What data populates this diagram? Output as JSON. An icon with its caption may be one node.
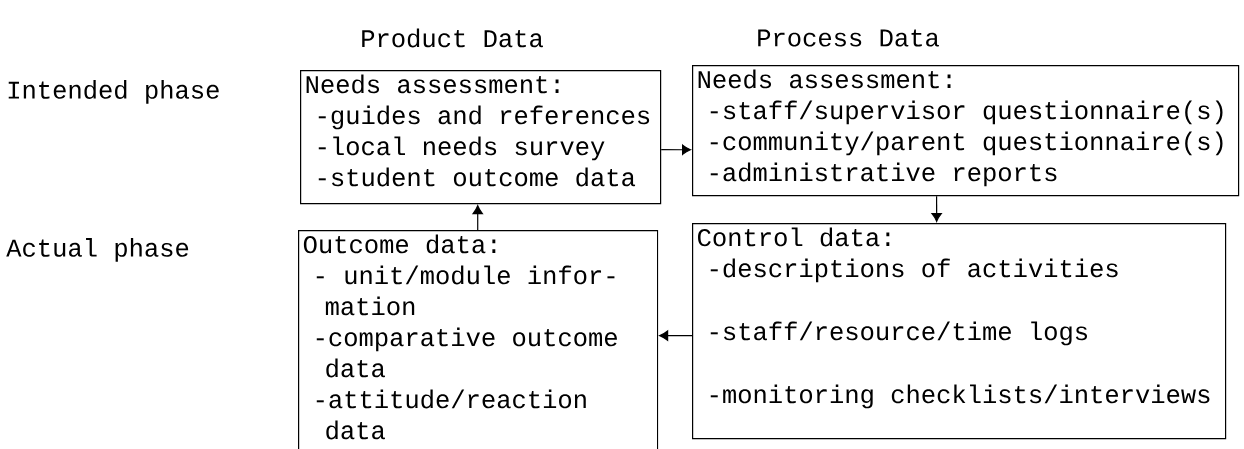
{
  "diagram": {
    "nodes": [
      {
        "text": [
          "Needs assessment:",
          "-guides and references",
          "-local needs survey",
          "-student outcome data"
        ]
      },
      {
        "text": [
          "Needs assessment:",
          "-staff/supervisor questionnaire(s)",
          "-community/parent questionnaire(s)",
          "-administrative reports"
        ]
      },
      {
        "text": [
          "Outcome data:",
          "- unit/module infor- mation",
          "-comparative outcome data",
          "-attitude/reaction data"
        ]
      },
      {
        "text": [
          "Control data:",
          "-descriptions of activities",
          "-staff/resource/time logs",
          "-monitoring checklists/interviews"
        ]
      }
    ],
    "edges": [
      {
        "from": 0,
        "to": 1,
        "arrow": "to"
      },
      {
        "from": 1,
        "to": 3,
        "arrow": "to"
      },
      {
        "from": 3,
        "to": 2,
        "arrow": "to"
      },
      {
        "from": 2,
        "to": 0,
        "arrow": "to"
      }
    ],
    "labels": [
      "Product Data",
      "Process Data",
      "Intended phase",
      "Actual phase"
    ]
  }
}
